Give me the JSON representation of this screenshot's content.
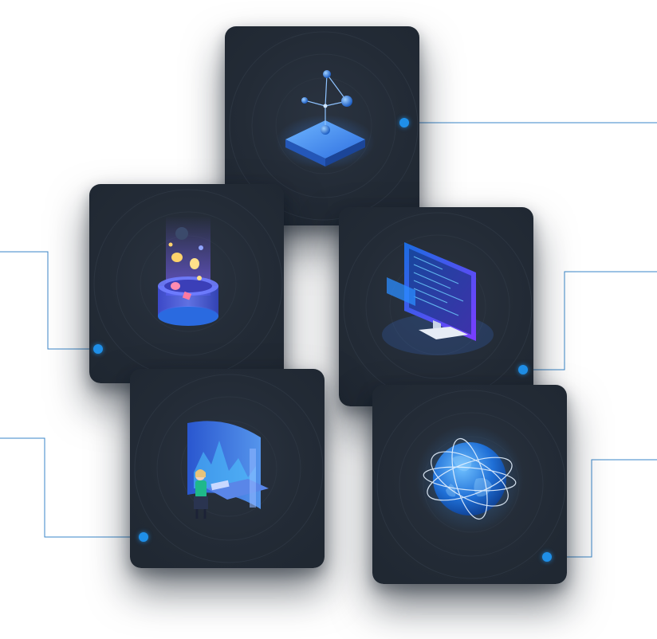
{
  "colors": {
    "background": "#ffffff",
    "card": "#232b36",
    "accent": "#1f8fe8",
    "connector": "#3a86c8"
  },
  "cards": [
    {
      "id": "top",
      "icon": "network-platform-icon"
    },
    {
      "id": "left",
      "icon": "data-cylinder-icon"
    },
    {
      "id": "right",
      "icon": "code-monitor-icon"
    },
    {
      "id": "bottom-left",
      "icon": "analyst-dashboard-icon"
    },
    {
      "id": "bottom-right",
      "icon": "globe-orbit-icon"
    }
  ]
}
